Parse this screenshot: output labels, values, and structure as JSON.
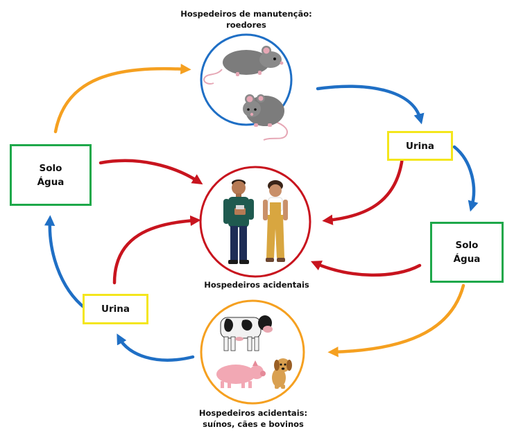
{
  "colors": {
    "blue": "#1f6fc5",
    "orange": "#f5a020",
    "red": "#c8141e",
    "green": "#1ea84a",
    "yellow": "#f4e61c"
  },
  "rodent_hosts": {
    "title_line1": "Hospedeiros de manutenção:",
    "title_line2": "roedores"
  },
  "human_hosts": {
    "title": "Hospedeiros acidentais"
  },
  "animal_hosts": {
    "title_line1": "Hospedeiros acidentais:",
    "title_line2": "suínos, cães e bovinos"
  },
  "left_environment": {
    "line1": "Solo",
    "line2": "Água"
  },
  "right_environment": {
    "line1": "Solo",
    "line2": "Água"
  },
  "urine_right": {
    "label": "Urina"
  },
  "urine_left": {
    "label": "Urina"
  }
}
